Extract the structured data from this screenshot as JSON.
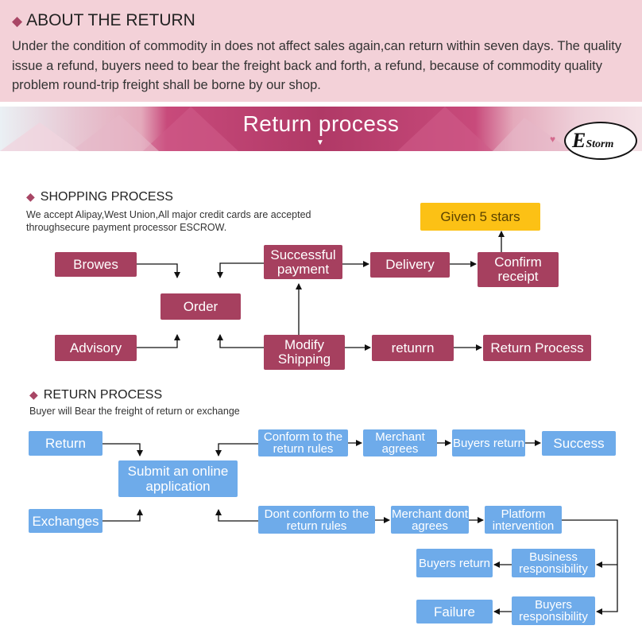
{
  "about": {
    "title": "ABOUT THE RETURN",
    "text": "Under the condition of commodity in does not affect sales again,can return within seven days. The quality issue a refund, buyers need to bear the freight back and forth, a refund, because of commodity quality problem round-trip freight shall be borne by our shop."
  },
  "banner": {
    "title": "Return process",
    "logo_big": "E",
    "logo_small": "Storm"
  },
  "shopping": {
    "title": "SHOPPING PROCESS",
    "desc": "We accept Alipay,West Union,All major credit cards are accepted throughsecure payment processor ESCROW.",
    "browes": "Browes",
    "advisory": "Advisory",
    "order": "Order",
    "successful_payment": "Successful payment",
    "delivery": "Delivery",
    "confirm_receipt": "Confirm receipt",
    "given_stars": "Given 5 stars",
    "modify_shipping": "Modify Shipping",
    "returnn": "retunrn",
    "return_process": "Return Process"
  },
  "returns": {
    "title": "RETURN PROCESS",
    "desc": "Buyer will Bear the freight of return or exchange",
    "return": "Return",
    "exchanges": "Exchanges",
    "submit": "Submit an online application",
    "conform": "Conform to the return rules",
    "merchant_agrees": "Merchant agrees",
    "buyers_return_top": "Buyers return",
    "success": "Success",
    "dont_conform": "Dont conform to the return rules",
    "merchant_dont": "Merchant dont agrees",
    "platform": "Platform intervention",
    "business_resp": "Business responsibility",
    "buyers_return_mid": "Buyers return",
    "buyers_resp": "Buyers responsibility",
    "failure": "Failure"
  },
  "colors": {
    "pink_box": "#a6405f",
    "blue_box": "#6eabea",
    "yellow_box": "#fcc115",
    "header_bg": "#f3d1d8"
  },
  "icons": [
    "diamond-bullet-icon",
    "arrow-icon",
    "heart-icon",
    "logo-icon"
  ]
}
